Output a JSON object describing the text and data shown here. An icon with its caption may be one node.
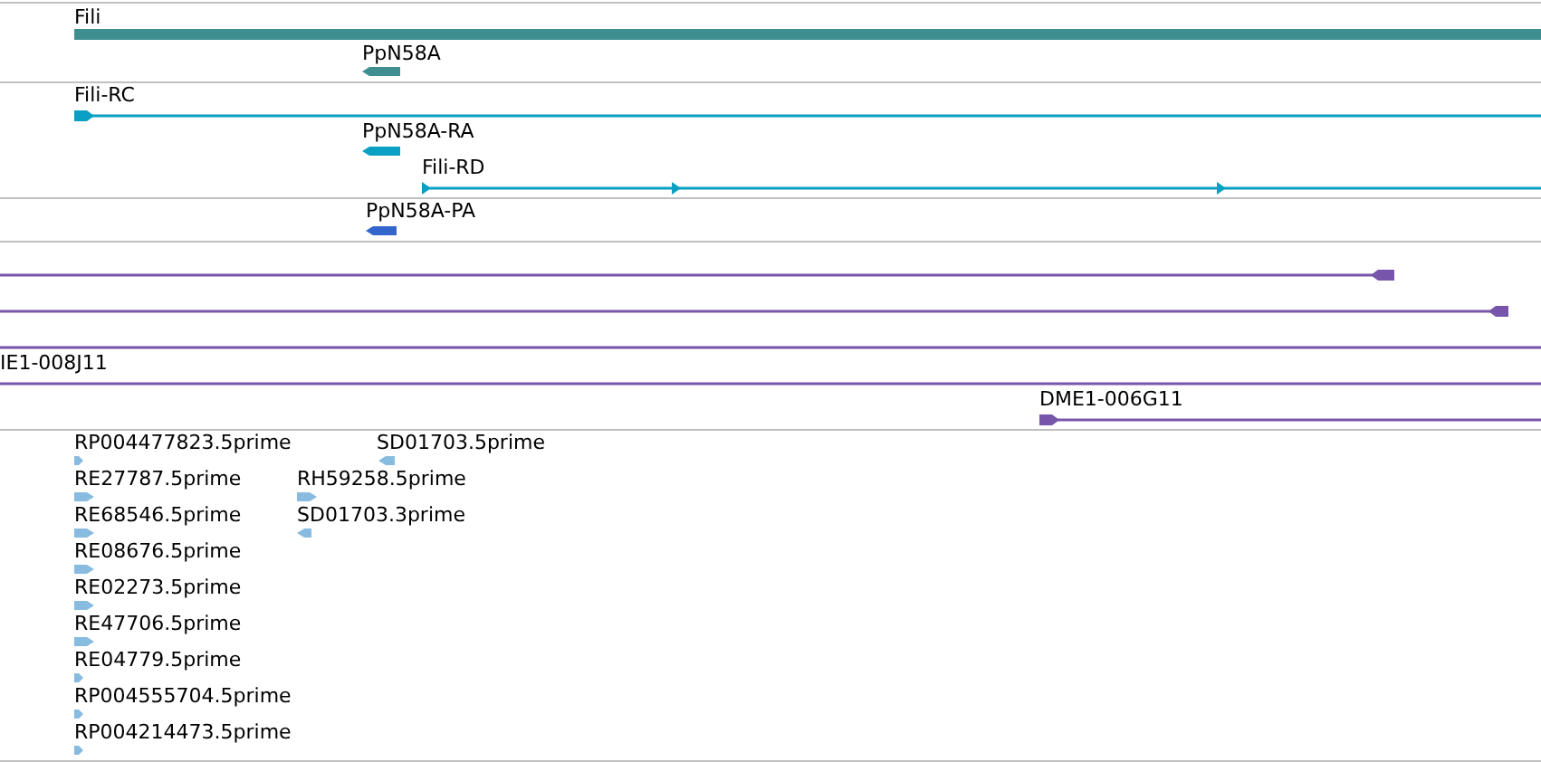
{
  "diagram": {
    "nodes": [
      {
        "text": [
          "Fili"
        ]
      },
      {
        "text": [
          "PpN58A"
        ]
      },
      {
        "text": [
          "Fili-RC"
        ]
      },
      {
        "text": [
          "PpN58A-RA"
        ]
      },
      {
        "text": [
          "Fili-RD"
        ]
      },
      {
        "text": [
          "PpN58A-PA"
        ]
      },
      {
        "text": [],
        "shape": "bar"
      },
      {
        "text": [],
        "shape": "bar"
      },
      {
        "text": [],
        "shape": "bar"
      },
      {
        "text": [
          "IE1-008J11"
        ]
      },
      {
        "text": [
          "DME1-006G11"
        ]
      },
      {
        "text": [
          "RP004477823.5prime"
        ]
      },
      {
        "text": [
          "SD01703.5prime"
        ]
      },
      {
        "text": [
          "RE27787.5prime"
        ]
      },
      {
        "text": [
          "RH59258.5prime"
        ]
      },
      {
        "text": [
          "RE68546.5prime"
        ]
      },
      {
        "text": [
          "SD01703.3prime"
        ]
      },
      {
        "text": [
          "RE08676.5prime"
        ]
      },
      {
        "text": [
          "RE02273.5prime"
        ]
      },
      {
        "text": [
          "RE47706.5prime"
        ]
      },
      {
        "text": [
          "RE04779.5prime"
        ]
      },
      {
        "text": [
          "RP004555704.5prime"
        ]
      },
      {
        "text": [
          "RP004214473.5prime"
        ]
      }
    ]
  }
}
